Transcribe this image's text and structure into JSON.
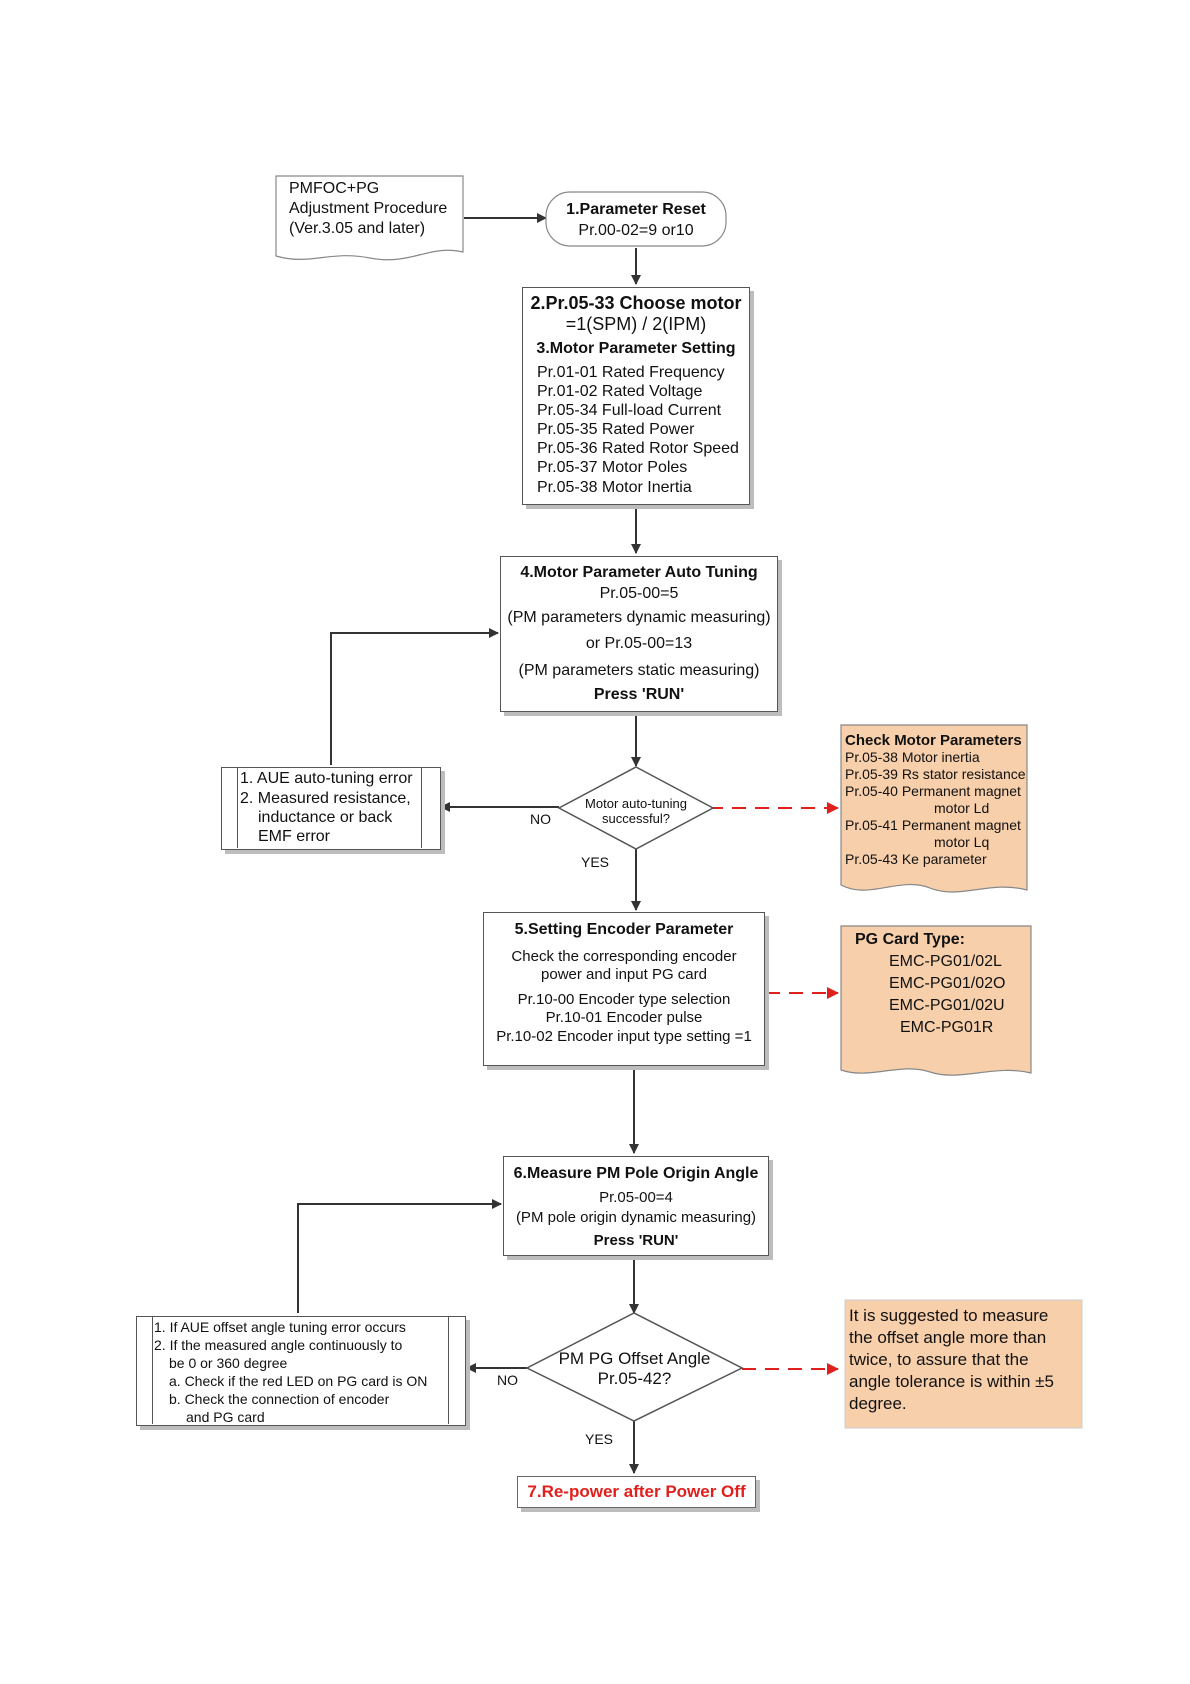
{
  "start": {
    "lines": [
      "PMFOC+PG",
      "Adjustment Procedure",
      "(Ver.3.05 and later)"
    ]
  },
  "step1": {
    "title": "1.Parameter Reset",
    "detail": "Pr.00-02=9 or10"
  },
  "step2": {
    "title": "2.Pr.05-33 Choose motor",
    "detail": "=1(SPM) / 2(IPM)"
  },
  "step3": {
    "title": "3.Motor Parameter Setting",
    "items": [
      "Pr.01-01 Rated Frequency",
      "Pr.01-02 Rated Voltage",
      "Pr.05-34 Full-load Current",
      "Pr.05-35 Rated Power",
      "Pr.05-36 Rated Rotor Speed",
      "Pr.05-37 Motor Poles",
      "Pr.05-38 Motor Inertia"
    ]
  },
  "step4": {
    "title": "4.Motor Parameter Auto Tuning",
    "lines": [
      "Pr.05-00=5",
      "(PM parameters dynamic measuring)",
      "or Pr.05-00=13",
      "(PM parameters static measuring)"
    ],
    "press": "Press  'RUN'"
  },
  "error1": {
    "items": [
      "1. AUE auto-tuning error",
      "2. Measured resistance,",
      "inductance or back",
      "EMF error"
    ]
  },
  "decision1": {
    "lines": [
      "Motor auto-tuning",
      "successful?"
    ],
    "no": "NO",
    "yes": "YES"
  },
  "check_params": {
    "title": "Check Motor Parameters",
    "items": [
      "Pr.05-38 Motor inertia",
      "Pr.05-39 Rs stator resistance",
      "Pr.05-40 Permanent magnet",
      "motor Ld",
      "Pr.05-41 Permanent magnet",
      "motor Lq",
      "Pr.05-43 Ke parameter"
    ]
  },
  "step5": {
    "title": "5.Setting Encoder Parameter",
    "lines": [
      "Check the corresponding encoder",
      "power and input PG card",
      "Pr.10-00 Encoder type selection",
      "Pr.10-01 Encoder pulse",
      "Pr.10-02 Encoder input type setting =1"
    ]
  },
  "pg_card": {
    "title": "PG Card Type:",
    "items": [
      "EMC-PG01/02L",
      "EMC-PG01/02O",
      "EMC-PG01/02U",
      "EMC-PG01R"
    ]
  },
  "step6": {
    "title": "6.Measure PM Pole Origin Angle",
    "lines": [
      "Pr.05-00=4",
      "(PM pole origin dynamic measuring)"
    ],
    "press": "Press  'RUN'"
  },
  "error2": {
    "items": [
      "1. If AUE offset angle tuning error occurs",
      "2. If the measured angle continuously to",
      "be 0 or 360 degree",
      "a. Check if the red LED on PG card is ON",
      "b. Check the connection of encoder",
      "and PG card"
    ]
  },
  "decision2": {
    "lines": [
      "PM PG Offset Angle",
      "Pr.05-42?"
    ],
    "no": "NO",
    "yes": "YES"
  },
  "suggestion": {
    "lines": [
      "It is suggested to measure",
      "the offset angle more than",
      "twice, to assure that the",
      "angle tolerance is within ±5",
      "degree."
    ]
  },
  "step7": {
    "title": "7.Re-power after Power Off"
  },
  "colors": {
    "note_fill": "#f7cfab",
    "dashed_arrow": "#e0201d",
    "final_text": "#e0201d"
  }
}
